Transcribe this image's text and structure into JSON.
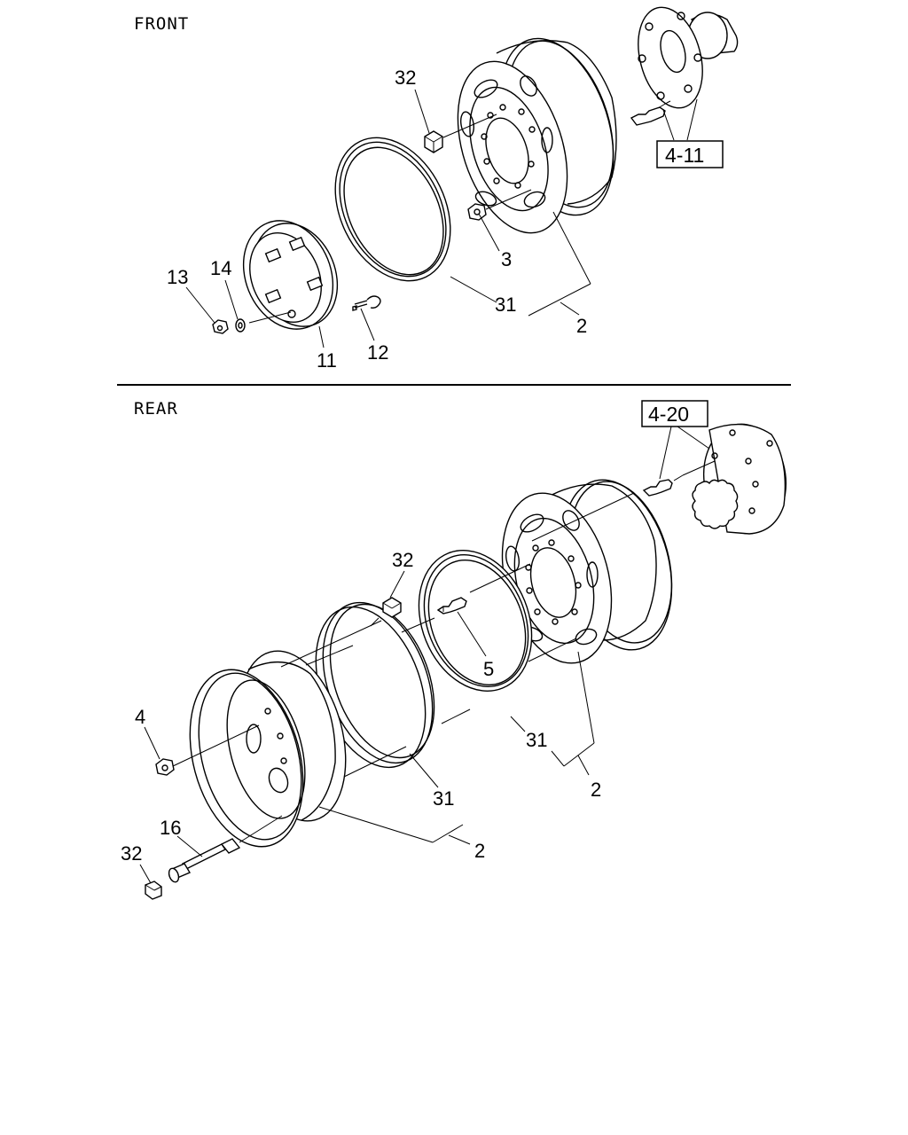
{
  "sections": {
    "front": {
      "title": "FRONT"
    },
    "rear": {
      "title": "REAR"
    }
  },
  "refs": {
    "front_ref": "4-11",
    "rear_ref": "4-20"
  },
  "front_labels": {
    "l32": "32",
    "l3": "3",
    "l31": "31",
    "l2": "2",
    "l13": "13",
    "l14": "14",
    "l11": "11",
    "l12": "12"
  },
  "rear_labels": {
    "l32a": "32",
    "l5": "5",
    "l4": "4",
    "l31a": "31",
    "l2a": "2",
    "l31b": "31",
    "l2b": "2",
    "l16": "16",
    "l32b": "32"
  }
}
